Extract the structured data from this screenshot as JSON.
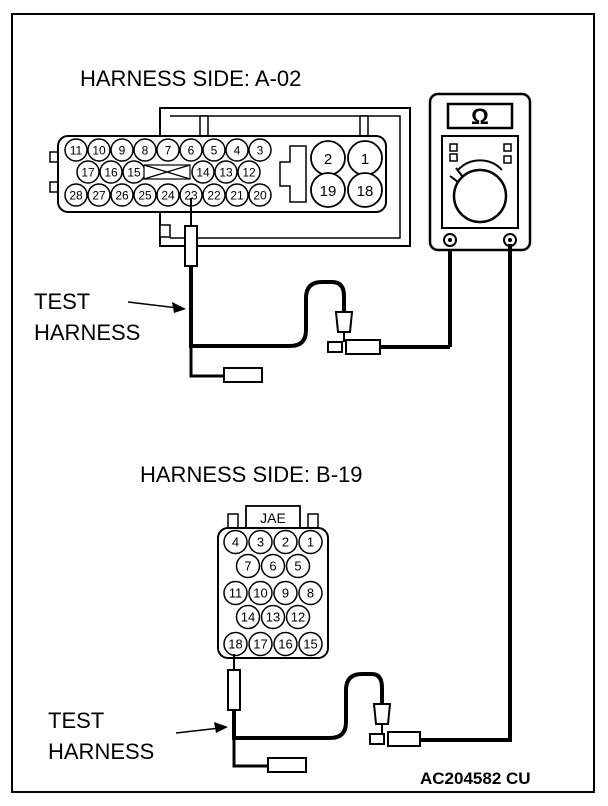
{
  "connector_a": {
    "title": "HARNESS SIDE: A-02",
    "top_row": [
      "11",
      "10",
      "9",
      "8",
      "7",
      "6",
      "5",
      "4",
      "3"
    ],
    "mid_row_left": [
      "17",
      "16",
      "15"
    ],
    "mid_row_right": [
      "14",
      "13",
      "12"
    ],
    "bottom_row": [
      "28",
      "27",
      "26",
      "25",
      "24",
      "23",
      "22",
      "21",
      "20"
    ],
    "large_pins": [
      "2",
      "1",
      "19",
      "18"
    ]
  },
  "connector_b": {
    "title": "HARNESS SIDE: B-19",
    "tab_label": "JAE",
    "rows": [
      [
        "4",
        "3",
        "2",
        "1"
      ],
      [
        "7",
        "6",
        "5"
      ],
      [
        "11",
        "10",
        "9",
        "8"
      ],
      [
        "14",
        "13",
        "12"
      ],
      [
        "18",
        "17",
        "16",
        "15"
      ]
    ]
  },
  "meter": {
    "symbol": "Ω"
  },
  "test_harness_label_1": [
    "TEST",
    "HARNESS"
  ],
  "test_harness_label_2": [
    "TEST",
    "HARNESS"
  ],
  "figure_code": "AC204582 CU"
}
